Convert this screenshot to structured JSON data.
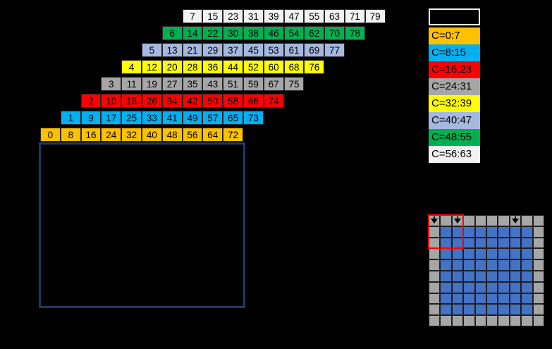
{
  "colors": {
    "background": "#000000",
    "cell_border": "#262626",
    "navy_border": "#1f3864",
    "grid_gray": "#a6a6a6",
    "grid_blue": "#4472c4",
    "grid_border": "#1f1f1f",
    "red_box": "#ff0000",
    "arrow": "#000000",
    "text": "#000000"
  },
  "staircase": {
    "rows": [
      {
        "color": "#f2f2f2",
        "values": [
          7,
          15,
          23,
          31,
          39,
          47,
          55,
          63,
          71,
          79
        ]
      },
      {
        "color": "#00b050",
        "values": [
          6,
          14,
          22,
          30,
          38,
          46,
          54,
          62,
          70,
          78
        ]
      },
      {
        "color": "#a4b8e0",
        "values": [
          5,
          13,
          21,
          29,
          37,
          45,
          53,
          61,
          69,
          77
        ]
      },
      {
        "color": "#ffff00",
        "values": [
          4,
          12,
          20,
          28,
          36,
          44,
          52,
          60,
          68,
          76
        ]
      },
      {
        "color": "#a6a6a6",
        "values": [
          3,
          11,
          19,
          27,
          35,
          43,
          51,
          59,
          67,
          75
        ]
      },
      {
        "color": "#ff0000",
        "values": [
          2,
          10,
          18,
          26,
          34,
          42,
          50,
          58,
          66,
          74
        ]
      },
      {
        "color": "#00b0f0",
        "values": [
          1,
          9,
          17,
          25,
          33,
          41,
          49,
          57,
          65,
          73
        ]
      },
      {
        "color": "#ffc000",
        "values": [
          0,
          8,
          16,
          24,
          32,
          40,
          48,
          56,
          64,
          72
        ]
      }
    ]
  },
  "legend": {
    "items": [
      {
        "label": "C=0:7",
        "color": "#ffc000"
      },
      {
        "label": "C=8:15",
        "color": "#00b0f0"
      },
      {
        "label": "C=16:23",
        "color": "#ff0000"
      },
      {
        "label": "C=24:31",
        "color": "#a6a6a6"
      },
      {
        "label": "C=32:39",
        "color": "#ffff00"
      },
      {
        "label": "C=40:47",
        "color": "#a4b8e0"
      },
      {
        "label": "C=48:55",
        "color": "#00b050"
      },
      {
        "label": "C=56:63",
        "color": "#f2f2f2"
      }
    ]
  },
  "grid": {
    "rows": 10,
    "cols": 10,
    "arrow_columns": [
      0,
      2,
      7
    ],
    "highlight": {
      "row_start": 1,
      "row_end": 8,
      "col_start": 1,
      "col_end": 8
    },
    "red_box": {
      "rows": 3,
      "cols": 3
    }
  }
}
